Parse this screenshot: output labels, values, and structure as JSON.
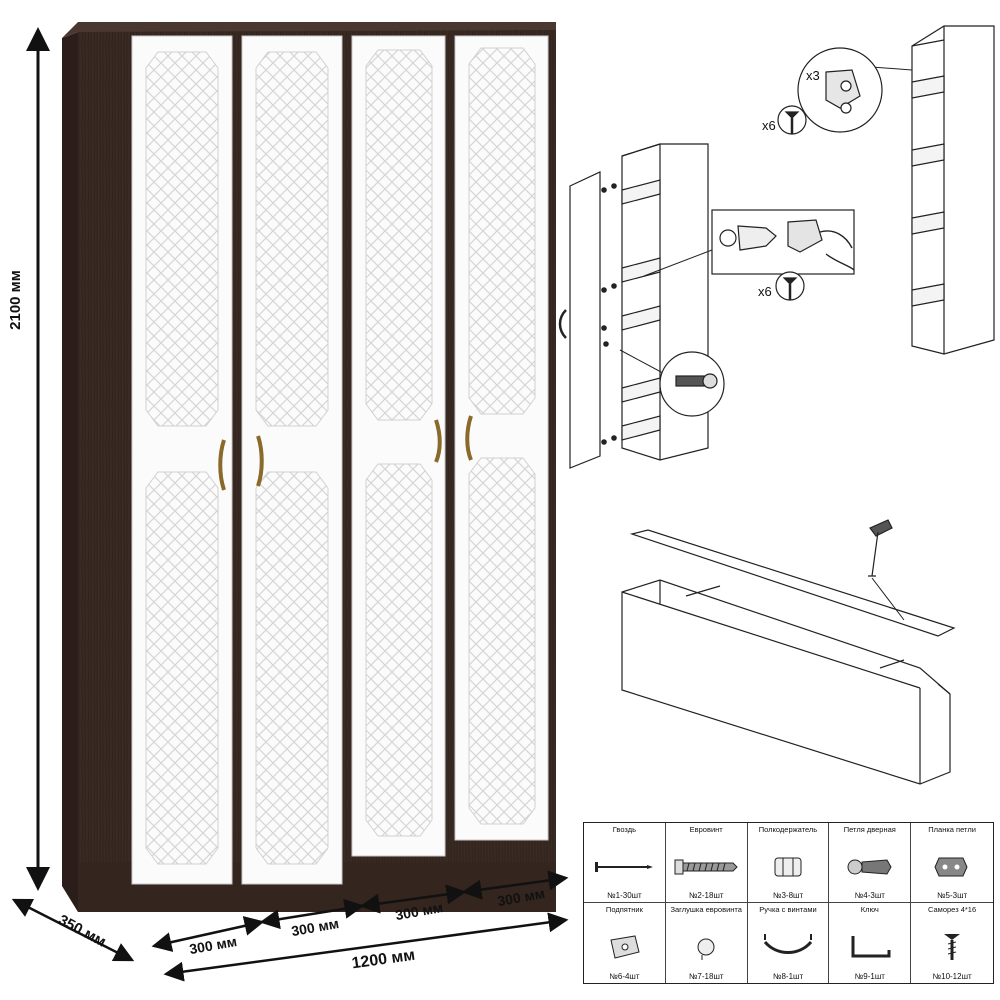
{
  "dimensions": {
    "height": "2100 мм",
    "depth": "350 мм",
    "door_width_1": "300 мм",
    "door_width_2": "300 мм",
    "door_width_3": "300 мм",
    "door_width_4": "300 мм",
    "total_width": "1200 мм"
  },
  "callouts": {
    "hinge_qty": "x3",
    "screw_qty_top": "x6",
    "screw_qty_mid": "x6"
  },
  "colors": {
    "wenge": "#3a2a24",
    "door_white": "#fbfbfb",
    "handle_bronze": "#8a6a2a",
    "line": "#222222"
  },
  "parts": [
    {
      "name": "Гвоздь",
      "count": "№1-30шт",
      "icon": "nail-icon"
    },
    {
      "name": "Евровинт",
      "count": "№2-18шт",
      "icon": "euroscrew-icon"
    },
    {
      "name": "Полкодержатель",
      "count": "№3-8шт",
      "icon": "shelf-holder-icon"
    },
    {
      "name": "Петля дверная",
      "count": "№4-3шт",
      "icon": "door-hinge-icon"
    },
    {
      "name": "Планка петли",
      "count": "№5-3шт",
      "icon": "hinge-plate-icon"
    },
    {
      "name": "Подпятник",
      "count": "№6-4шт",
      "icon": "furniture-glide-icon"
    },
    {
      "name": "Заглушка евровинта",
      "count": "№7-18шт",
      "icon": "screw-cap-icon"
    },
    {
      "name": "Ручка с винтами",
      "count": "№8-1шт",
      "icon": "handle-icon"
    },
    {
      "name": "Ключ",
      "count": "№9-1шт",
      "icon": "hex-key-icon"
    },
    {
      "name": "Саморез 4*16",
      "count": "№10-12шт",
      "icon": "wood-screw-icon"
    }
  ]
}
